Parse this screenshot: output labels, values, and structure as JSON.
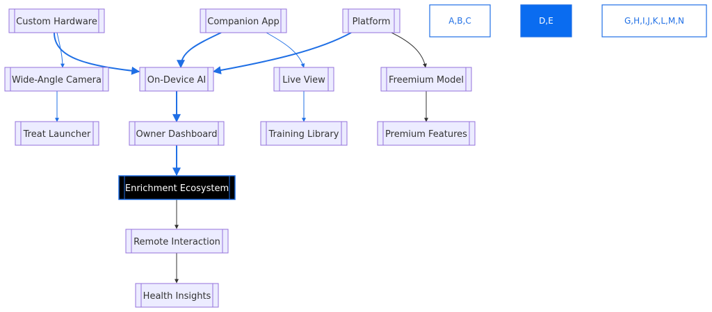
{
  "nodes": [
    {
      "id": "custom_hardware",
      "label": "Custom Hardware"
    },
    {
      "id": "companion_app",
      "label": "Companion App"
    },
    {
      "id": "platform",
      "label": "Platform"
    },
    {
      "id": "wide_angle_camera",
      "label": "Wide-Angle Camera"
    },
    {
      "id": "on_device_ai",
      "label": "On-Device AI"
    },
    {
      "id": "live_view",
      "label": "Live View"
    },
    {
      "id": "freemium_model",
      "label": "Freemium Model"
    },
    {
      "id": "treat_launcher",
      "label": "Treat Launcher"
    },
    {
      "id": "owner_dashboard",
      "label": "Owner Dashboard"
    },
    {
      "id": "training_library",
      "label": "Training Library"
    },
    {
      "id": "premium_features",
      "label": "Premium Features"
    },
    {
      "id": "enrichment_ecosystem",
      "label": "Enrichment Ecosystem"
    },
    {
      "id": "remote_interaction",
      "label": "Remote Interaction"
    },
    {
      "id": "health_insights",
      "label": "Health Insights"
    }
  ],
  "edges": [
    {
      "from": "custom_hardware",
      "to": "wide_angle_camera",
      "style": "thin-blue"
    },
    {
      "from": "custom_hardware",
      "to": "on_device_ai",
      "style": "thick-blue"
    },
    {
      "from": "companion_app",
      "to": "on_device_ai",
      "style": "thick-blue"
    },
    {
      "from": "companion_app",
      "to": "live_view",
      "style": "thin-blue"
    },
    {
      "from": "platform",
      "to": "on_device_ai",
      "style": "thick-blue"
    },
    {
      "from": "platform",
      "to": "freemium_model",
      "style": "dark"
    },
    {
      "from": "wide_angle_camera",
      "to": "treat_launcher",
      "style": "thin-blue"
    },
    {
      "from": "on_device_ai",
      "to": "owner_dashboard",
      "style": "thick-blue"
    },
    {
      "from": "live_view",
      "to": "training_library",
      "style": "thin-blue"
    },
    {
      "from": "freemium_model",
      "to": "premium_features",
      "style": "dark"
    },
    {
      "from": "owner_dashboard",
      "to": "enrichment_ecosystem",
      "style": "thick-blue"
    },
    {
      "from": "enrichment_ecosystem",
      "to": "remote_interaction",
      "style": "dark"
    },
    {
      "from": "remote_interaction",
      "to": "health_insights",
      "style": "dark"
    }
  ],
  "legend": [
    {
      "id": "legend_abc",
      "label": "A,B,C",
      "filled": false
    },
    {
      "id": "legend_de",
      "label": "D,E",
      "filled": true
    },
    {
      "id": "legend_ghi",
      "label": "G,H,I,J,K,L,M,N",
      "filled": false
    }
  ],
  "colors": {
    "node_fill": "#ECECFF",
    "node_stroke": "#9370DB",
    "accent_blue": "#1f6fe5",
    "dark_edge": "#333333",
    "highlight_fill": "#000000"
  }
}
